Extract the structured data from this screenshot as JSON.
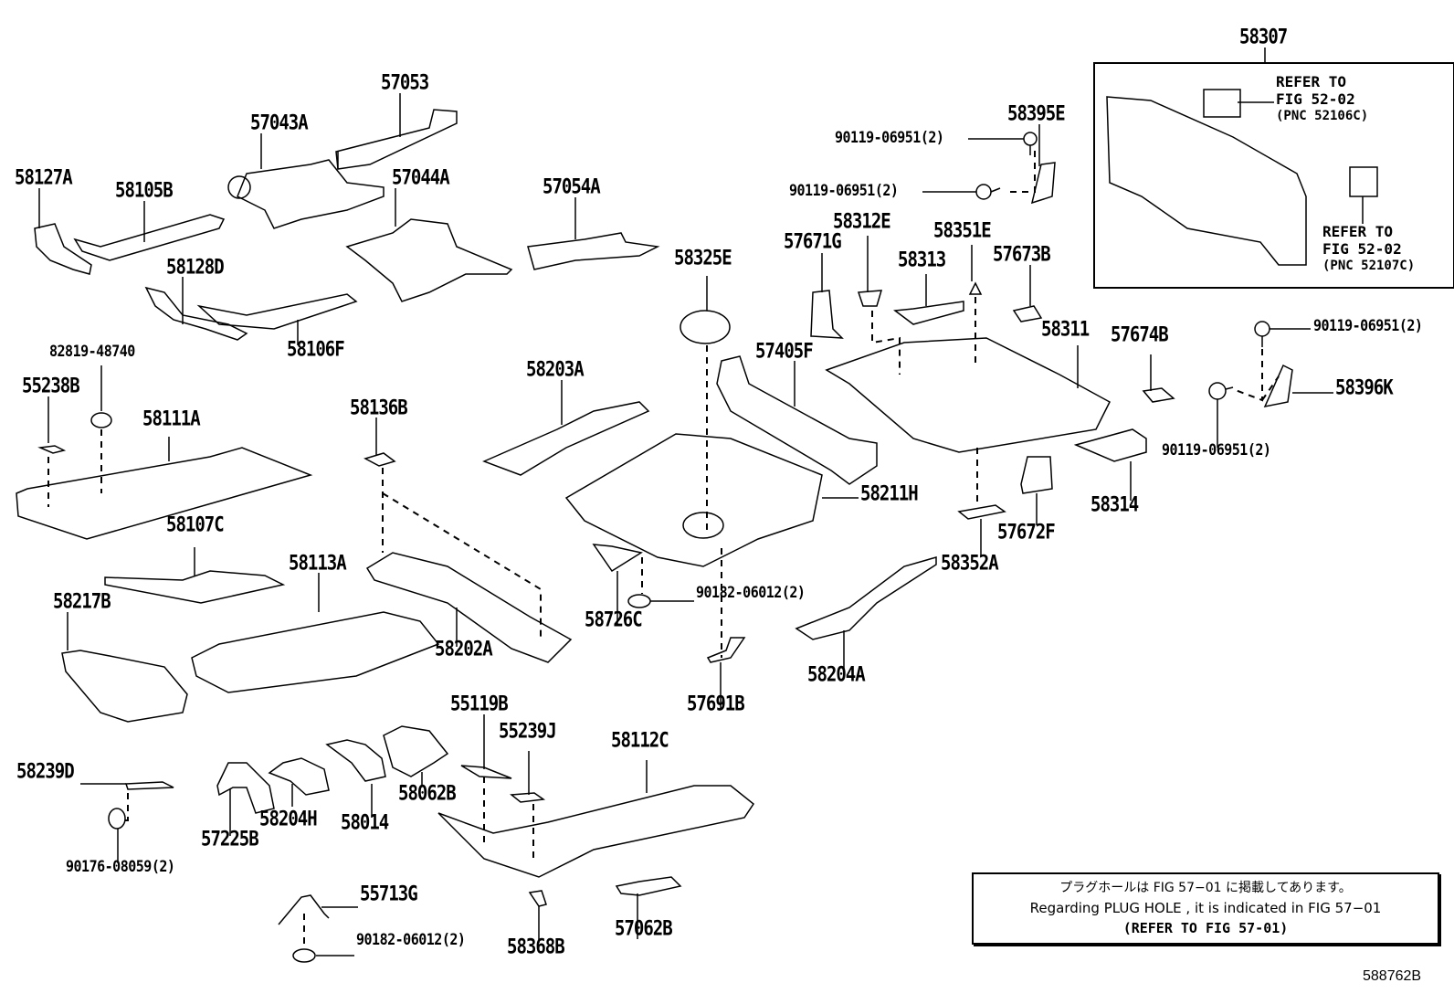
{
  "diagram": {
    "figure_id": "588762B",
    "parts": [
      {
        "id": "57053",
        "label": "57053"
      },
      {
        "id": "57043A",
        "label": "57043A"
      },
      {
        "id": "58127A",
        "label": "58127A"
      },
      {
        "id": "58105B",
        "label": "58105B"
      },
      {
        "id": "57044A",
        "label": "57044A"
      },
      {
        "id": "57054A",
        "label": "57054A"
      },
      {
        "id": "58128D",
        "label": "58128D"
      },
      {
        "id": "58106F",
        "label": "58106F"
      },
      {
        "id": "82819-48740",
        "label": "82819-48740"
      },
      {
        "id": "55238B",
        "label": "55238B"
      },
      {
        "id": "58111A",
        "label": "58111A"
      },
      {
        "id": "58136B",
        "label": "58136B"
      },
      {
        "id": "58203A",
        "label": "58203A"
      },
      {
        "id": "58325E",
        "label": "58325E"
      },
      {
        "id": "57405F",
        "label": "57405F"
      },
      {
        "id": "58211H",
        "label": "58211H"
      },
      {
        "id": "58107C",
        "label": "58107C"
      },
      {
        "id": "58113A",
        "label": "58113A"
      },
      {
        "id": "58217B",
        "label": "58217B"
      },
      {
        "id": "58202A",
        "label": "58202A"
      },
      {
        "id": "58726C",
        "label": "58726C"
      },
      {
        "id": "90182-06012-a",
        "label": "90182-06012(2)"
      },
      {
        "id": "57691B",
        "label": "57691B"
      },
      {
        "id": "58204A",
        "label": "58204A"
      },
      {
        "id": "58307",
        "label": "58307"
      },
      {
        "id": "58395E",
        "label": "58395E"
      },
      {
        "id": "90119-06951-a",
        "label": "90119-06951(2)"
      },
      {
        "id": "90119-06951-b",
        "label": "90119-06951(2)"
      },
      {
        "id": "58312E",
        "label": "58312E"
      },
      {
        "id": "57671G",
        "label": "57671G"
      },
      {
        "id": "58351E",
        "label": "58351E"
      },
      {
        "id": "58313",
        "label": "58313"
      },
      {
        "id": "57673B",
        "label": "57673B"
      },
      {
        "id": "58311",
        "label": "58311"
      },
      {
        "id": "57674B",
        "label": "57674B"
      },
      {
        "id": "90119-06951-c",
        "label": "90119-06951(2)"
      },
      {
        "id": "58396K",
        "label": "58396K"
      },
      {
        "id": "90119-06951-d",
        "label": "90119-06951(2)"
      },
      {
        "id": "58314",
        "label": "58314"
      },
      {
        "id": "57672F",
        "label": "57672F"
      },
      {
        "id": "58352A",
        "label": "58352A"
      },
      {
        "id": "58239D",
        "label": "58239D"
      },
      {
        "id": "90176-08059",
        "label": "90176-08059(2)"
      },
      {
        "id": "57225B",
        "label": "57225B"
      },
      {
        "id": "58204H",
        "label": "58204H"
      },
      {
        "id": "58014",
        "label": "58014"
      },
      {
        "id": "58062B",
        "label": "58062B"
      },
      {
        "id": "55119B",
        "label": "55119B"
      },
      {
        "id": "55239J",
        "label": "55239J"
      },
      {
        "id": "58112C",
        "label": "58112C"
      },
      {
        "id": "55713G",
        "label": "55713G"
      },
      {
        "id": "90182-06012-b",
        "label": "90182-06012(2)"
      },
      {
        "id": "58368B",
        "label": "58368B"
      },
      {
        "id": "57062B",
        "label": "57062B"
      }
    ],
    "references": [
      {
        "line1": "REFER TO",
        "line2": "FIG 52-02",
        "line3": "(PNC 52106C)"
      },
      {
        "line1": "REFER TO",
        "line2": "FIG 52-02",
        "line3": "(PNC 52107C)"
      }
    ],
    "note": {
      "japanese": "プラグホールは FIG 57−01 に掲載してあります。",
      "english": "Regarding PLUG HOLE , it is indicated in FIG 57−01",
      "refer": "(REFER TO FIG 57-01)"
    }
  }
}
